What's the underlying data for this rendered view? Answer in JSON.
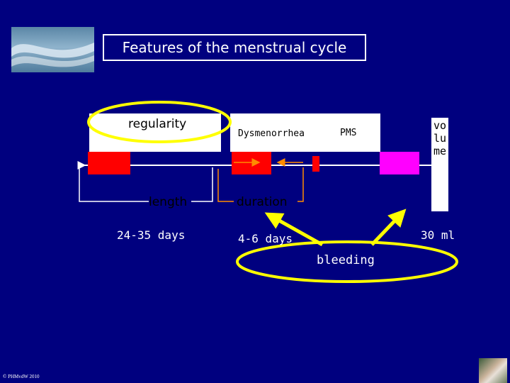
{
  "title": "Features of the menstrual cycle",
  "labels": {
    "regularity": "regularity",
    "dysmenorrhea": "Dysmenorrhea",
    "pms": "PMS",
    "volume": "volume",
    "length": "length",
    "duration": "duration",
    "length_value": "24-35 days",
    "duration_value": "4-6 days",
    "volume_value": "30 ml",
    "bleeding": "bleeding"
  },
  "footer": "© PHMvdW 2010",
  "colors": {
    "background": "#00007f",
    "bleed_block": "#ff0000",
    "pms_block": "#ff00ff",
    "highlight_ellipse": "#ffff00",
    "bracket": "#ff8c00"
  }
}
